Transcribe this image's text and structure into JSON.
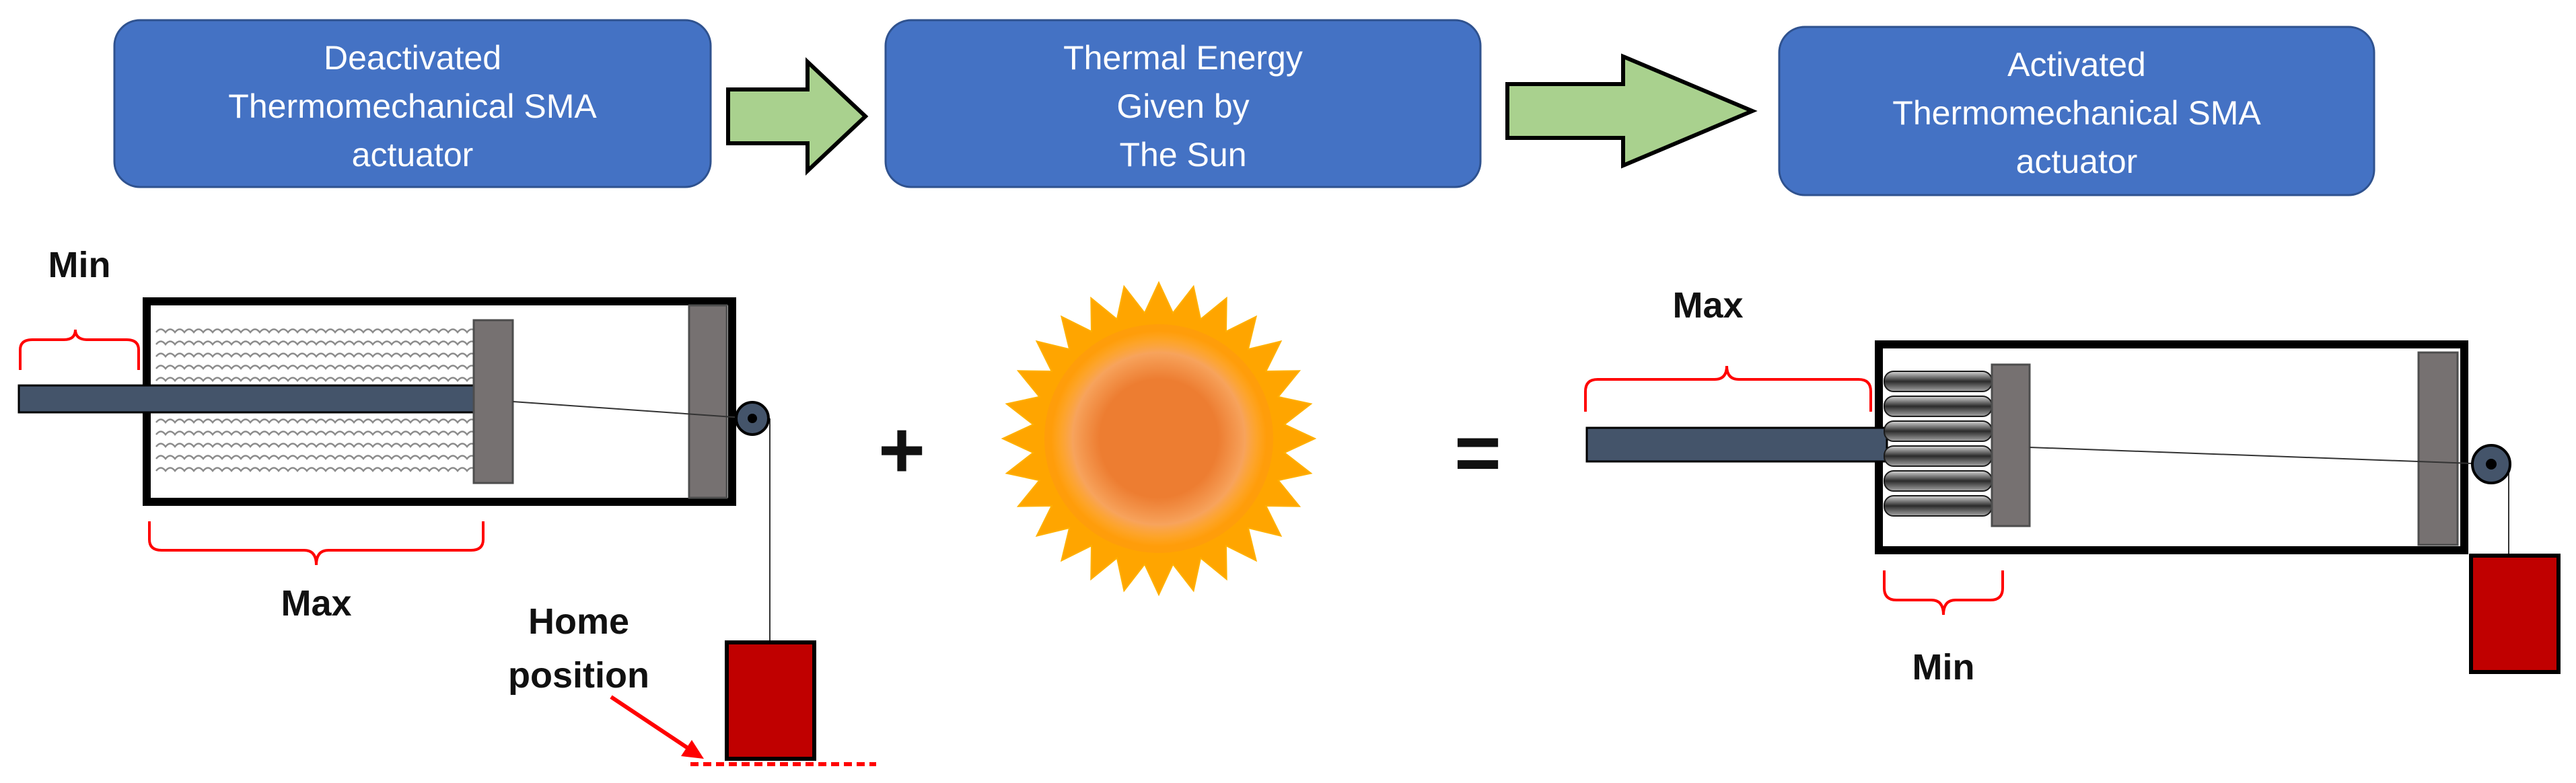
{
  "flow": {
    "box1": {
      "lines": [
        "Deactivated",
        "Thermomechanical SMA",
        "actuator"
      ]
    },
    "box2": {
      "lines": [
        "Thermal Energy",
        "Given by",
        "The Sun"
      ]
    },
    "box3": {
      "lines": [
        "Activated",
        "Thermomechanical SMA",
        "actuator"
      ]
    }
  },
  "left_actuator": {
    "min_label": "Min",
    "max_label": "Max",
    "home_label": [
      "Home",
      "position"
    ]
  },
  "operators": {
    "plus": "+",
    "equals": "="
  },
  "right_actuator": {
    "max_label": "Max",
    "min_label": "Min"
  },
  "colors": {
    "box_fill": "#4472c4",
    "arrow_fill": "#a9d18e",
    "rod": "#44546a",
    "piston": "#767171",
    "weight": "#c00000",
    "bracket": "#ff0000",
    "sun_rays": "#ffa500",
    "sun_core": "#ed7d31"
  }
}
